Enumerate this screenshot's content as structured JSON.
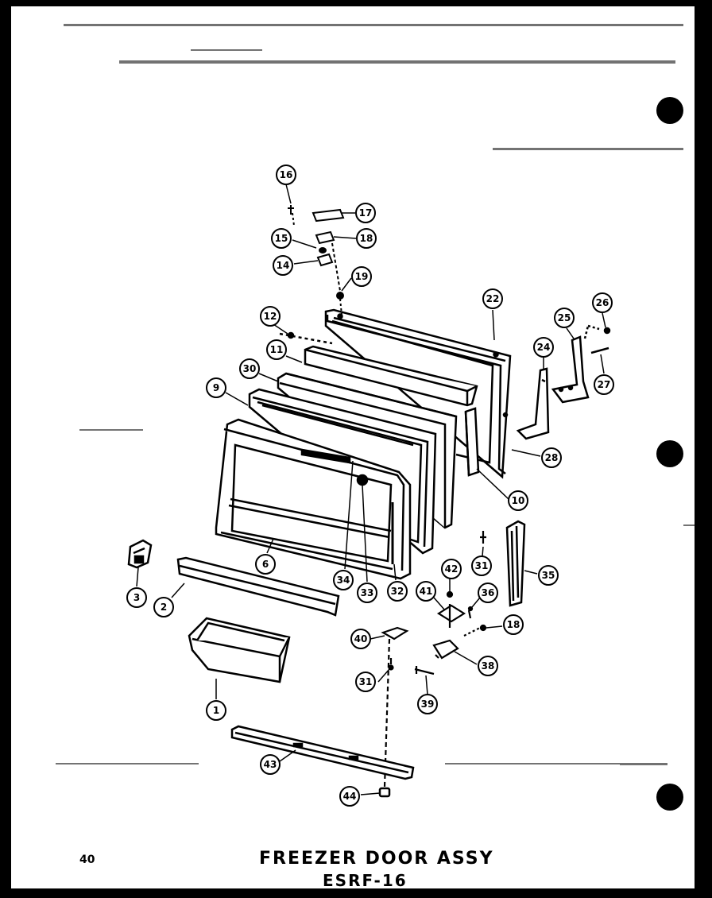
{
  "page_number": "40",
  "title": "FREEZER DOOR ASSY",
  "subtitle": "ESRF-16",
  "callouts": [
    "16",
    "17",
    "18",
    "15",
    "14",
    "19",
    "12",
    "22",
    "26",
    "25",
    "11",
    "24",
    "27",
    "30",
    "9",
    "28",
    "10",
    "6",
    "31",
    "35",
    "3",
    "2",
    "34",
    "33",
    "32",
    "42",
    "41",
    "36",
    "18",
    "40",
    "38",
    "31",
    "39",
    "1",
    "43",
    "44"
  ]
}
